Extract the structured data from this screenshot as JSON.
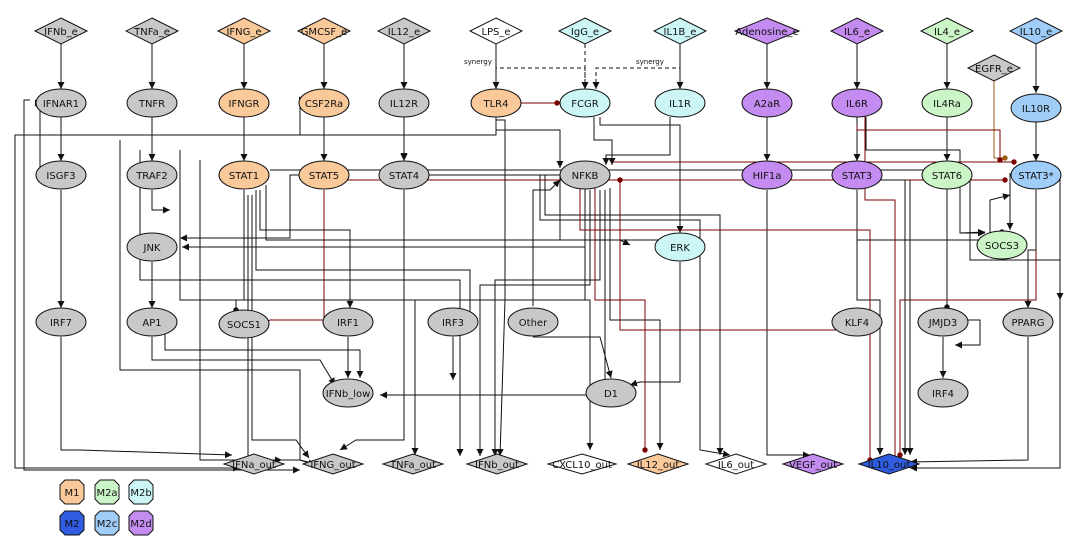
{
  "colors": {
    "grey": "#c8c8c8",
    "white": "#ffffff",
    "orange": "#f9c99a",
    "cyan": "#ccf6f6",
    "lightblue": "#9fcdf7",
    "purple": "#c48cf0",
    "green": "#ccf5c7",
    "darkblue": "#2f5ce0",
    "edge": "#111111",
    "inhibit": "#7a0000",
    "brown": "#9a5a10"
  },
  "edge_labels": [
    "synergy",
    "synergy"
  ],
  "legend": [
    {
      "id": "M1",
      "label": "M1",
      "color": "#f9c99a"
    },
    {
      "id": "M2a",
      "label": "M2a",
      "color": "#ccf5c7"
    },
    {
      "id": "M2b",
      "label": "M2b",
      "color": "#ccf6f6"
    },
    {
      "id": "M2",
      "label": "M2",
      "color": "#2f5ce0"
    },
    {
      "id": "M2c",
      "label": "M2c",
      "color": "#9fcdf7"
    },
    {
      "id": "M2d",
      "label": "M2d",
      "color": "#c48cf0"
    }
  ],
  "inputs": [
    {
      "id": "IFNb_e",
      "label": "IFNb_e",
      "color": "#c8c8c8"
    },
    {
      "id": "TNFa_e",
      "label": "TNFa_e",
      "color": "#c8c8c8"
    },
    {
      "id": "IFNG_e",
      "label": "IFNG_e",
      "color": "#f9c99a"
    },
    {
      "id": "GMCSF_e",
      "label": "GMCSF_e",
      "color": "#f9c99a"
    },
    {
      "id": "IL12_e",
      "label": "IL12_e",
      "color": "#c8c8c8"
    },
    {
      "id": "LPS_e",
      "label": "LPS_e",
      "color": "#ffffff"
    },
    {
      "id": "IgG_e",
      "label": "IgG_e",
      "color": "#ccf6f6"
    },
    {
      "id": "IL1B_e",
      "label": "IL1B_e",
      "color": "#ccf6f6"
    },
    {
      "id": "Adenosine_e",
      "label": "Adenosine_e",
      "color": "#c48cf0"
    },
    {
      "id": "IL6_e",
      "label": "IL6_e",
      "color": "#c48cf0"
    },
    {
      "id": "IL4_e",
      "label": "IL4_e",
      "color": "#ccf5c7"
    },
    {
      "id": "IL10_e",
      "label": "IL10_e",
      "color": "#9fcdf7"
    },
    {
      "id": "EGFR_e",
      "label": "EGFR_e",
      "color": "#c8c8c8"
    }
  ],
  "internal": [
    {
      "id": "IFNAR1",
      "label": "IFNAR1",
      "color": "#c8c8c8"
    },
    {
      "id": "TNFR",
      "label": "TNFR",
      "color": "#c8c8c8"
    },
    {
      "id": "IFNGR",
      "label": "IFNGR",
      "color": "#f9c99a"
    },
    {
      "id": "CSF2Ra",
      "label": "CSF2Ra",
      "color": "#f9c99a"
    },
    {
      "id": "IL12R",
      "label": "IL12R",
      "color": "#c8c8c8"
    },
    {
      "id": "TLR4",
      "label": "TLR4",
      "color": "#f9c99a"
    },
    {
      "id": "FCGR",
      "label": "FCGR",
      "color": "#ccf6f6"
    },
    {
      "id": "IL1R",
      "label": "IL1R",
      "color": "#ccf6f6"
    },
    {
      "id": "A2aR",
      "label": "A2aR",
      "color": "#c48cf0"
    },
    {
      "id": "IL6R",
      "label": "IL6R",
      "color": "#c48cf0"
    },
    {
      "id": "IL4Ra",
      "label": "IL4Ra",
      "color": "#ccf5c7"
    },
    {
      "id": "IL10R",
      "label": "IL10R",
      "color": "#9fcdf7"
    },
    {
      "id": "ISGF3",
      "label": "ISGF3",
      "color": "#c8c8c8"
    },
    {
      "id": "TRAF2",
      "label": "TRAF2",
      "color": "#c8c8c8"
    },
    {
      "id": "STAT1",
      "label": "STAT1",
      "color": "#f9c99a"
    },
    {
      "id": "STAT5",
      "label": "STAT5",
      "color": "#f9c99a"
    },
    {
      "id": "STAT4",
      "label": "STAT4",
      "color": "#c8c8c8"
    },
    {
      "id": "NFKB",
      "label": "NFKB",
      "color": "#c8c8c8"
    },
    {
      "id": "HIF1a",
      "label": "HIF1a",
      "color": "#c48cf0"
    },
    {
      "id": "STAT3",
      "label": "STAT3",
      "color": "#c48cf0"
    },
    {
      "id": "STAT6",
      "label": "STAT6",
      "color": "#ccf5c7"
    },
    {
      "id": "STAT3s",
      "label": "STAT3*",
      "color": "#9fcdf7"
    },
    {
      "id": "JNK",
      "label": "JNK",
      "color": "#c8c8c8"
    },
    {
      "id": "ERK",
      "label": "ERK",
      "color": "#ccf6f6"
    },
    {
      "id": "SOCS3",
      "label": "SOCS3",
      "color": "#ccf5c7"
    },
    {
      "id": "IRF7",
      "label": "IRF7",
      "color": "#c8c8c8"
    },
    {
      "id": "AP1",
      "label": "AP1",
      "color": "#c8c8c8"
    },
    {
      "id": "SOCS1",
      "label": "SOCS1",
      "color": "#c8c8c8"
    },
    {
      "id": "IRF1",
      "label": "IRF1",
      "color": "#c8c8c8"
    },
    {
      "id": "IRF3",
      "label": "IRF3",
      "color": "#c8c8c8"
    },
    {
      "id": "Other",
      "label": "Other",
      "color": "#c8c8c8"
    },
    {
      "id": "KLF4",
      "label": "KLF4",
      "color": "#c8c8c8"
    },
    {
      "id": "JMJD3",
      "label": "JMJD3",
      "color": "#c8c8c8"
    },
    {
      "id": "PPARG",
      "label": "PPARG",
      "color": "#c8c8c8"
    },
    {
      "id": "IFNb_low",
      "label": "IFNb_low",
      "color": "#c8c8c8"
    },
    {
      "id": "D1",
      "label": "D1",
      "color": "#c8c8c8"
    },
    {
      "id": "IRF4",
      "label": "IRF4",
      "color": "#c8c8c8"
    }
  ],
  "outputs": [
    {
      "id": "IFNa_out",
      "label": "IFNa_out",
      "color": "#c8c8c8"
    },
    {
      "id": "IFNG_out",
      "label": "IFNG_out",
      "color": "#c8c8c8"
    },
    {
      "id": "TNFa_out",
      "label": "TNFa_out",
      "color": "#c8c8c8"
    },
    {
      "id": "IFNb_out",
      "label": "IFNb_out",
      "color": "#c8c8c8"
    },
    {
      "id": "CXCL10_out",
      "label": "CXCL10_out",
      "color": "#ffffff"
    },
    {
      "id": "IL12_out",
      "label": "IL12_out",
      "color": "#f9c99a"
    },
    {
      "id": "IL6_out",
      "label": "IL6_out",
      "color": "#ffffff"
    },
    {
      "id": "VEGF_out",
      "label": "VEGF_out",
      "color": "#c48cf0"
    },
    {
      "id": "IL10_out",
      "label": "IL10_out",
      "color": "#2f5ce0"
    }
  ]
}
